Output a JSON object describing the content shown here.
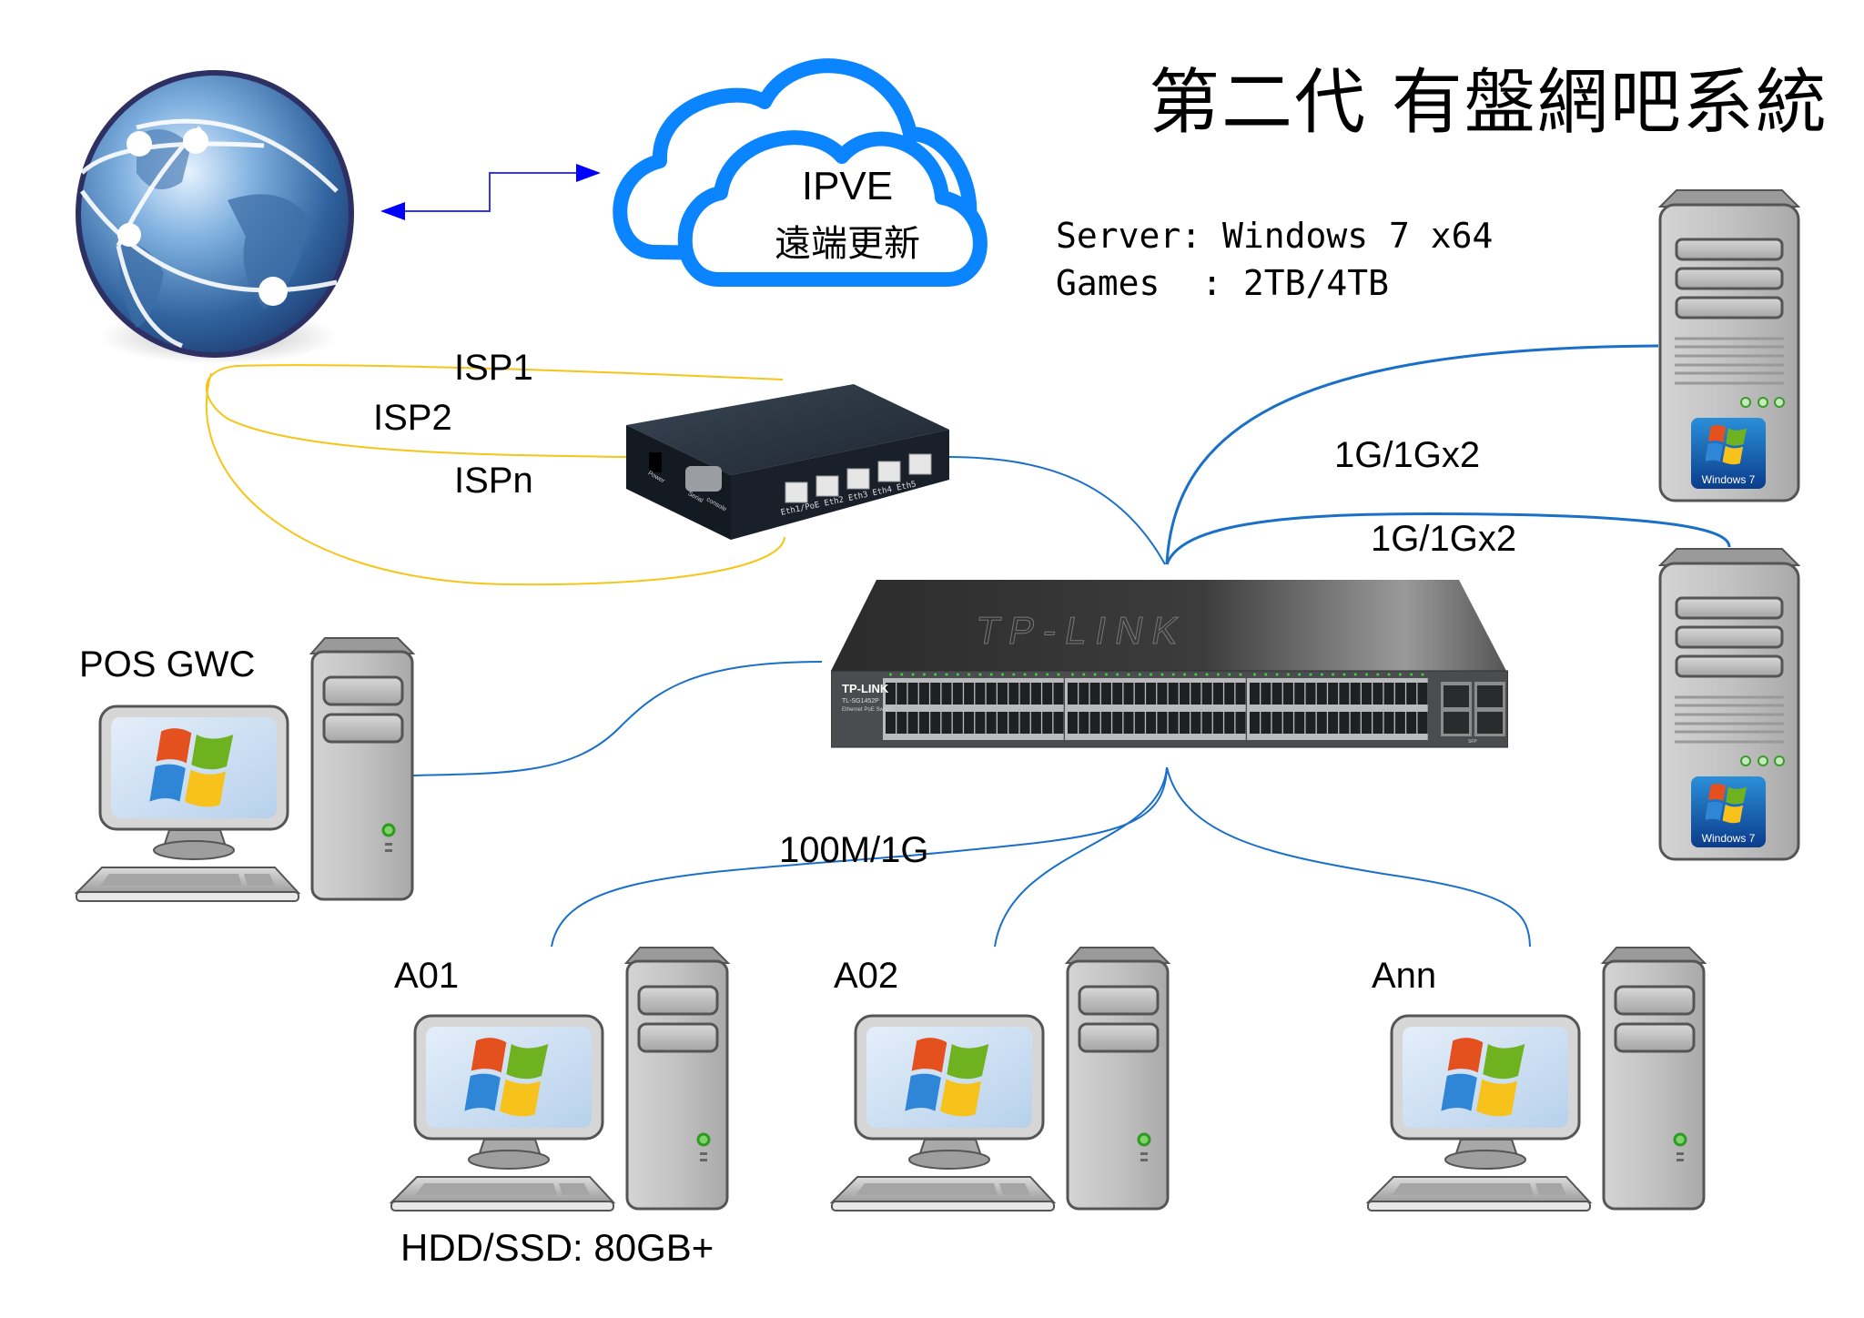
{
  "title": "第二代 有盤網吧系統",
  "cloud": {
    "name": "IPVE",
    "subtitle": "遠端更新",
    "color": "#0a84ff"
  },
  "server_info": {
    "line1": "Server: Windows 7 x64",
    "line2": "Games  : 2TB/4TB"
  },
  "internet": {
    "icon": "globe-icon",
    "link_color": "#0000ff"
  },
  "isp_links": {
    "color": "#f5c518",
    "labels": [
      "ISP1",
      "ISP2",
      "ISPn"
    ]
  },
  "router": {
    "icon": "router-icon",
    "ports": [
      "Eth1/PoE",
      "Eth2",
      "Eth3",
      "Eth4",
      "Eth5"
    ],
    "other_labels": [
      "Power",
      "Serial",
      "console"
    ]
  },
  "switch": {
    "icon": "switch-icon",
    "brand": "TP-LINK",
    "model": "TL-SG1452P",
    "description": "Ethernet PoE Switch",
    "sfp_label": "SFP"
  },
  "link_color": "#1a6fc9",
  "servers": [
    {
      "icon": "server-tower-icon",
      "badge": "Windows 7",
      "link_label": "1G/1Gx2"
    },
    {
      "icon": "server-tower-icon",
      "badge": "Windows 7",
      "link_label": "1G/1Gx2"
    }
  ],
  "pos": {
    "label": "POS GWC"
  },
  "client_link_label": "100M/1G",
  "clients": [
    {
      "label": "A01"
    },
    {
      "label": "A02"
    },
    {
      "label": "Ann"
    }
  ],
  "client_disk_note": "HDD/SSD: 80GB+"
}
